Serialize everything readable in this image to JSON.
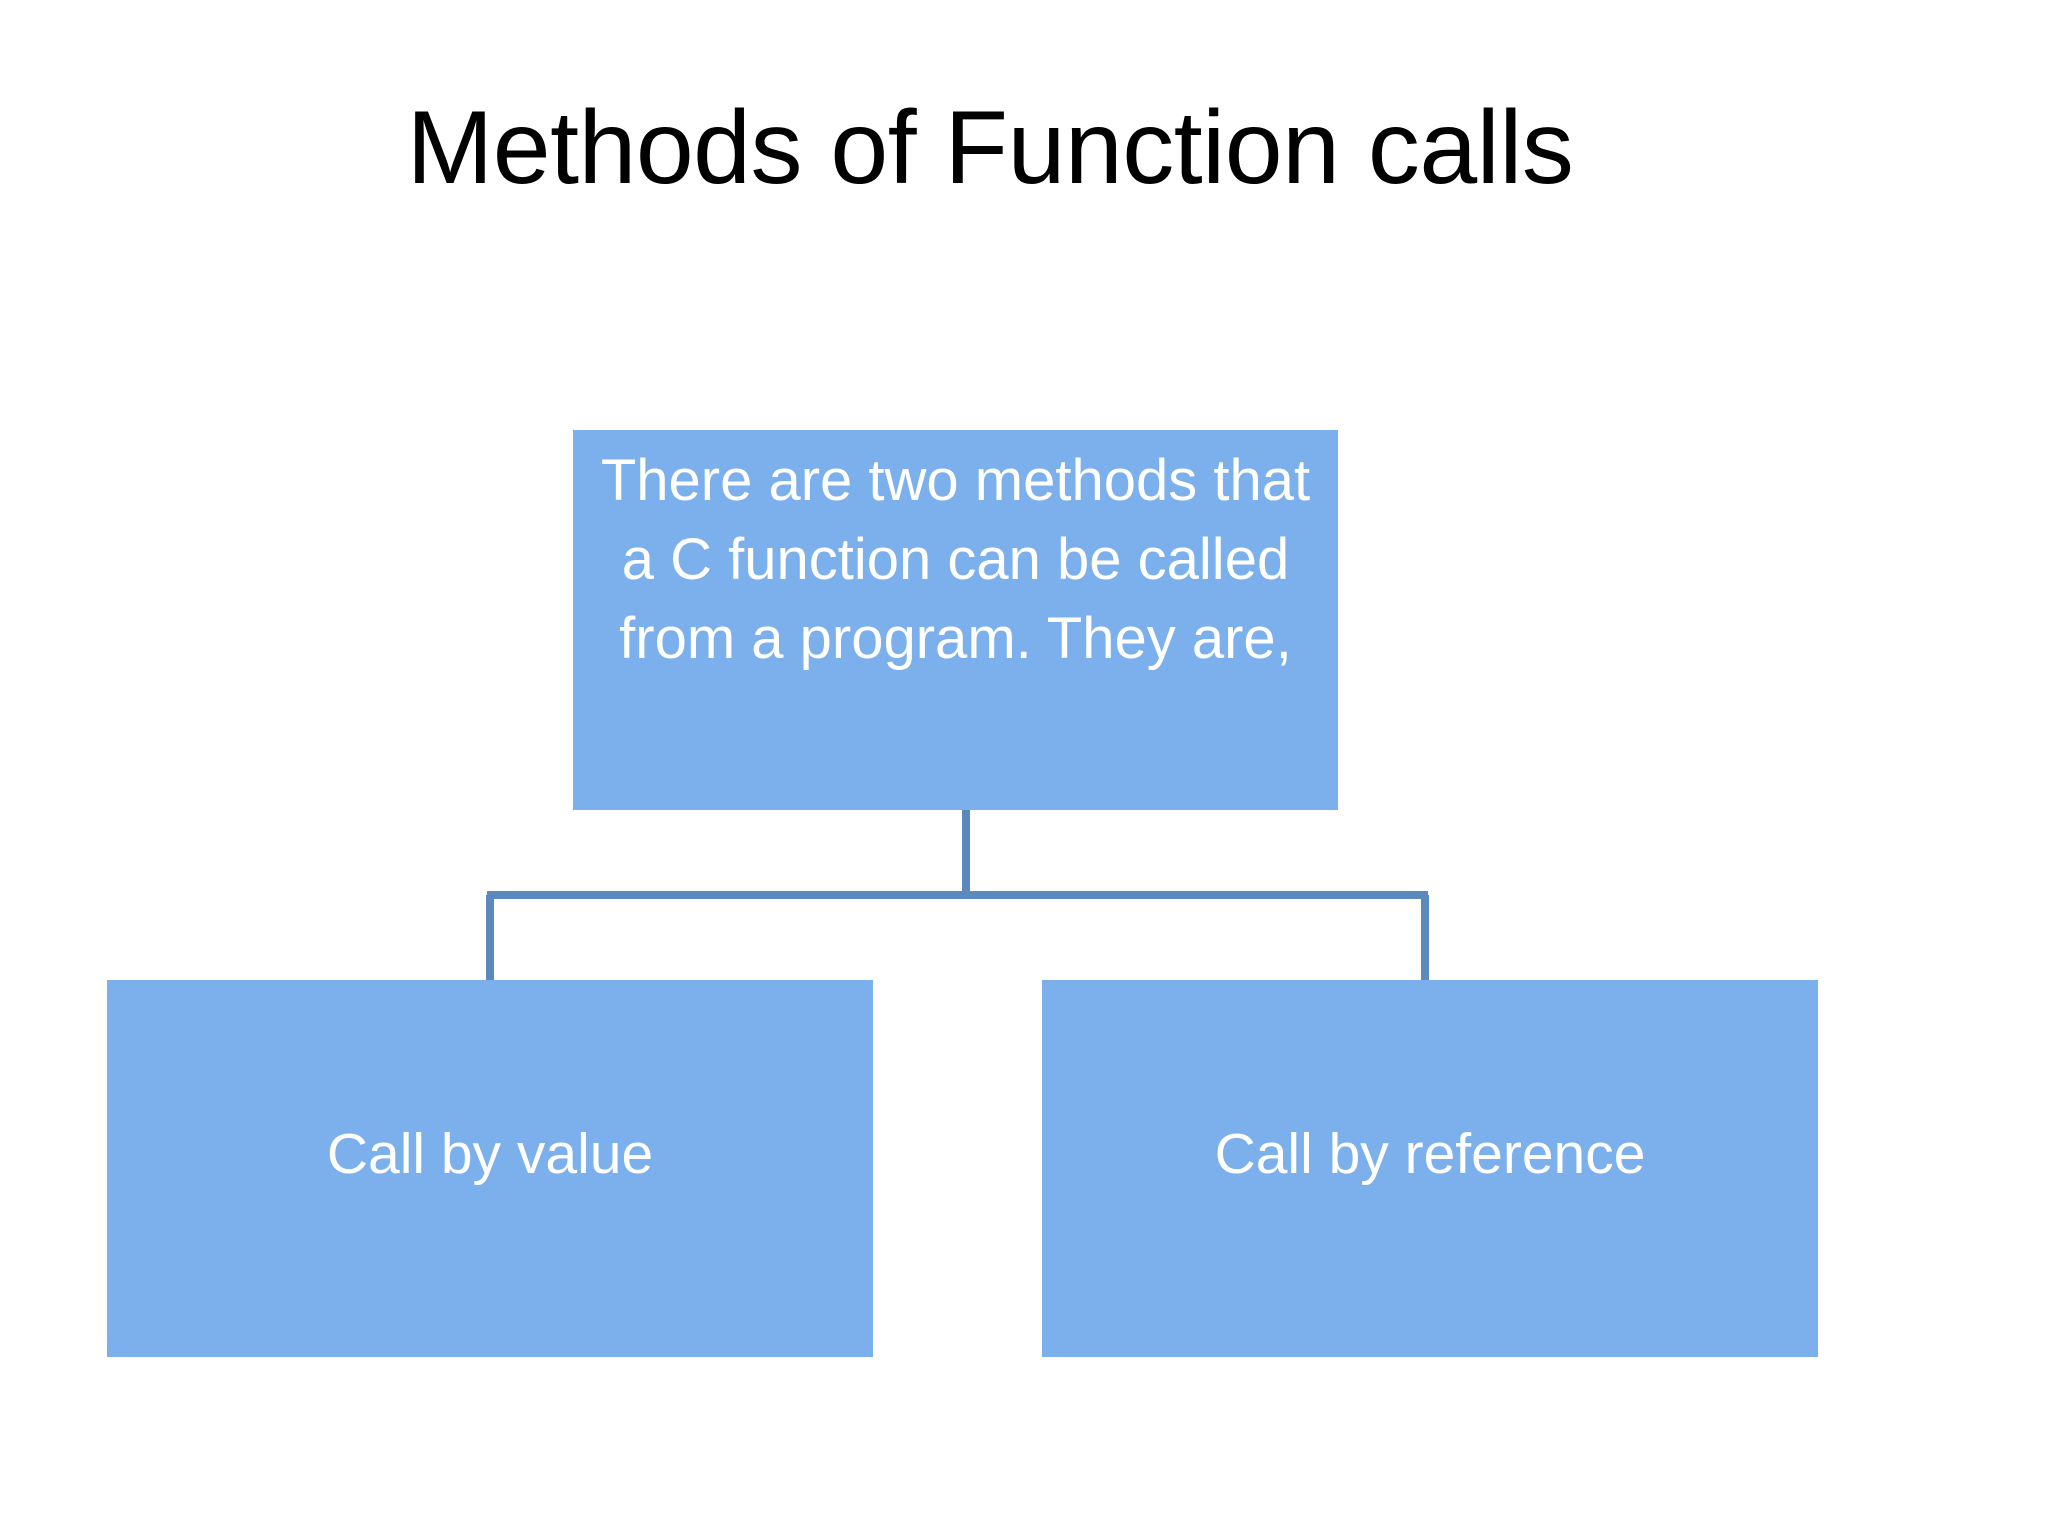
{
  "slide": {
    "title": "Methods of Function calls",
    "background_color": "#FFFFFF",
    "title_color": "#000000"
  },
  "diagram": {
    "type": "hierarchy",
    "box_fill_color": "#7CB0EC",
    "box_text_color": "#FFFFFF",
    "connector_color": "#5B89BD",
    "root": {
      "id": "root",
      "text": "There are two methods that a C function can be called from a program. They are,",
      "lines": [
        "There are two methods",
        "that a C function can",
        "be called from a",
        "program. They are,"
      ]
    },
    "children": [
      {
        "id": "call-by-value",
        "text": "Call by value"
      },
      {
        "id": "call-by-reference",
        "text": "Call by reference"
      }
    ]
  }
}
